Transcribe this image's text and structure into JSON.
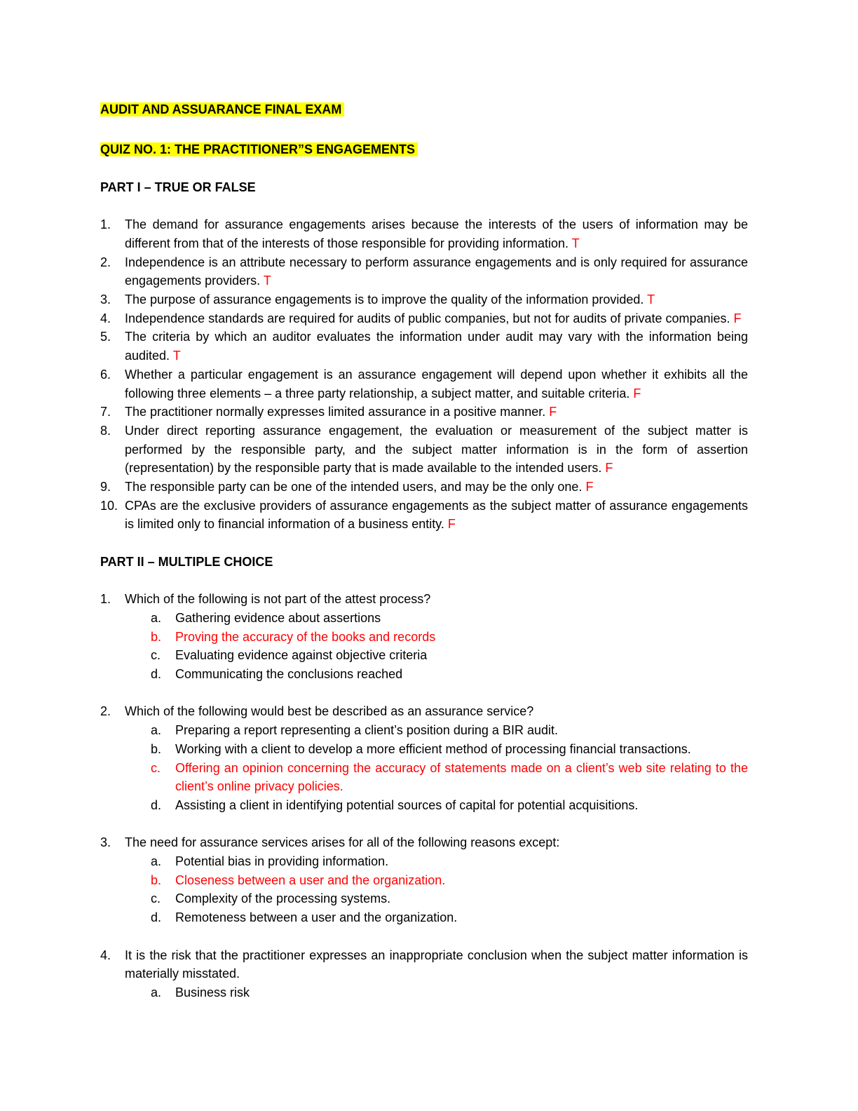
{
  "title": "AUDIT AND ASSUARANCE FINAL  EXAM",
  "quiz_title": "QUIZ NO. 1: THE PRACTITIONER”S ENGAGEMENTS",
  "part1": {
    "heading": "PART I – TRUE OR FALSE",
    "items": [
      {
        "num": "1.",
        "text": "The demand for assurance engagements arises because the interests of the users of information may be different from that of the interests of those responsible for providing information.",
        "answer": "T"
      },
      {
        "num": "2.",
        "text": "Independence is an attribute necessary to perform assurance engagements and is only required for assurance engagements providers.",
        "answer": "T"
      },
      {
        "num": "3.",
        "text": "The purpose of assurance engagements is to improve the quality of the information provided.",
        "answer": "T"
      },
      {
        "num": "4.",
        "text": "Independence standards are required for audits of public companies, but not for audits of private companies.",
        "answer": "F"
      },
      {
        "num": "5.",
        "text": "The criteria by which an auditor evaluates the information under audit may vary with the information being audited.",
        "answer": "T"
      },
      {
        "num": "6.",
        "text": "Whether a particular engagement is an assurance engagement will depend upon whether it exhibits all the following three elements – a three party relationship, a subject matter, and suitable criteria.",
        "answer": "F"
      },
      {
        "num": "7.",
        "text": "The practitioner normally expresses limited assurance in a positive manner.",
        "answer": "F"
      },
      {
        "num": "8.",
        "text": "Under direct reporting assurance engagement, the evaluation or measurement of the subject matter is performed by the responsible party, and the subject matter information is in the form of assertion (representation) by the responsible party that is made available to the intended users.",
        "answer": "F"
      },
      {
        "num": "9.",
        "text": "The responsible party can be one of the intended users, and may be the only one.",
        "answer": "F"
      },
      {
        "num": "10.",
        "text": "CPAs are the exclusive providers of assurance engagements as the subject matter of assurance engagements is limited only to financial information of a business entity.",
        "answer": "F"
      }
    ]
  },
  "part2": {
    "heading": "PART II – MULTIPLE CHOICE",
    "questions": [
      {
        "num": "1.",
        "text": "Which of the following is not part of the attest process?",
        "options": [
          {
            "letter": "a.",
            "text": "Gathering evidence about assertions",
            "correct": false
          },
          {
            "letter": "b.",
            "text": "Proving the accuracy of the books and records",
            "correct": true
          },
          {
            "letter": "c.",
            "text": "Evaluating evidence against objective criteria",
            "correct": false
          },
          {
            "letter": "d.",
            "text": "Communicating the conclusions reached",
            "correct": false
          }
        ]
      },
      {
        "num": "2.",
        "text": "Which of the following would best be described as an assurance service?",
        "options": [
          {
            "letter": "a.",
            "text": "Preparing a report representing a client’s position during a BIR audit.",
            "correct": false
          },
          {
            "letter": "b.",
            "text": "Working with a client to develop a more efficient method of processing financial transactions.",
            "correct": false
          },
          {
            "letter": "c.",
            "text": "Offering an opinion concerning the accuracy of statements made on a client’s web site relating to the client’s online privacy policies.",
            "correct": true
          },
          {
            "letter": "d.",
            "text": "Assisting a client in identifying potential sources of capital for potential acquisitions.",
            "correct": false
          }
        ]
      },
      {
        "num": "3.",
        "text": "The need for assurance services arises for all of the following reasons except:",
        "options": [
          {
            "letter": "a.",
            "text": "Potential bias in providing information.",
            "correct": false
          },
          {
            "letter": "b.",
            "text": "Closeness between a user and the organization.",
            "correct": true
          },
          {
            "letter": "c.",
            "text": "Complexity of the processing systems.",
            "correct": false
          },
          {
            "letter": "d.",
            "text": "Remoteness between a user and the organization.",
            "correct": false
          }
        ]
      },
      {
        "num": "4.",
        "text": "It is the risk that the practitioner expresses an inappropriate conclusion when the subject matter information is materially misstated.",
        "options": [
          {
            "letter": "a.",
            "text": "Business risk",
            "correct": false
          }
        ]
      }
    ]
  }
}
